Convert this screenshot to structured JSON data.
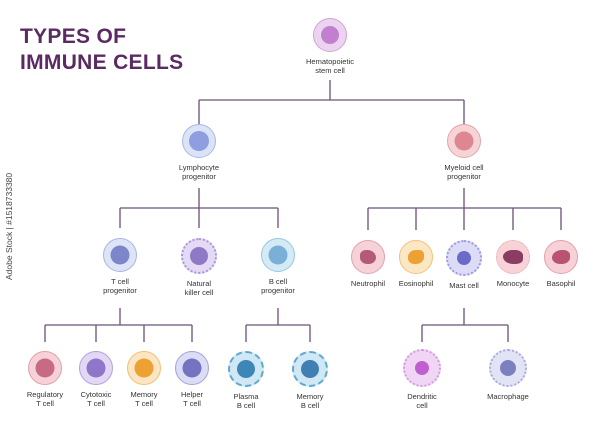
{
  "title": {
    "line1": "TYPES OF",
    "line2": "IMMUNE CELLS"
  },
  "watermark": "Adobe Stock | #1518733380",
  "colors": {
    "title": "#5b2a63",
    "connector": "#6e4f78",
    "hsc": "#e9c8ee",
    "lymphoid": "#c9d6f2",
    "myeloid": "#f3c3c8"
  },
  "nodes": {
    "hsc": "Hematopoietic\nstem cell",
    "lymphocyte": "Lymphocyte\nprogenitor",
    "myeloid": "Myeloid cell\nprogenitor",
    "tcell_prog": "T cell\nprogenitor",
    "nk": "Natural\nkiller cell",
    "bcell_prog": "B cell\nprogenitor",
    "neutrophil": "Neutrophil",
    "eosinophil": "Eosinophil",
    "mast": "Mast cell",
    "monocyte": "Monocyte",
    "basophil": "Basophil",
    "regulatory": "Regulatory\nT cell",
    "cytotoxic": "Cytotoxic\nT cell",
    "memory_t": "Memory\nT cell",
    "helper": "Helper\nT cell",
    "plasma": "Plasma\nB cell",
    "memory_b": "Memory\nB cell",
    "dendritic": "Dendritic\ncell",
    "macrophage": "Macrophage"
  }
}
